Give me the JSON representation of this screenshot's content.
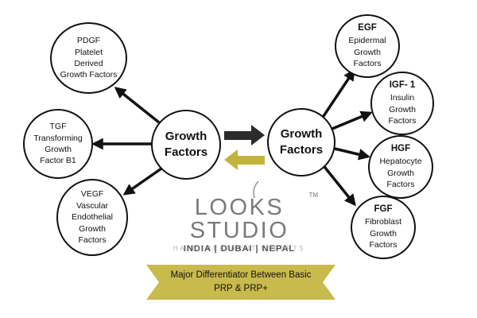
{
  "left_hub": {
    "line1": "Growth",
    "line2": "Factors"
  },
  "right_hub": {
    "line1": "Growth",
    "line2": "Factors"
  },
  "left_nodes": [
    {
      "lines": [
        "PDGF",
        "Platelet",
        "Derived",
        "Growth Factors"
      ]
    },
    {
      "lines": [
        "TGF",
        "Transforming",
        "Growth",
        "Factor B1"
      ]
    },
    {
      "lines": [
        "VEGF",
        "Vascular",
        "Endothelial",
        "Growth",
        "Factors"
      ]
    }
  ],
  "right_nodes": [
    {
      "title": "EGF",
      "lines": [
        "Epidermal",
        "Growth",
        "Factors"
      ]
    },
    {
      "title": "IGF- 1",
      "lines": [
        "Insulin",
        "Growth",
        "Factors"
      ]
    },
    {
      "title": "HGF",
      "lines": [
        "Hepatocyte",
        "Growth",
        "Factors"
      ]
    },
    {
      "title": "FGF",
      "lines": [
        "Fibroblast",
        "Growth",
        "Factors"
      ]
    }
  ],
  "logo": {
    "name": "LOOKS STUDIO",
    "trademark": "TM",
    "tagline": "HAIR TREATMENT EXPERTS"
  },
  "countries": "INDIA | DUBAI | NEPAL",
  "banner": {
    "line1": "Major Differentiator Between Basic",
    "line2": "PRP & PRP+"
  },
  "colors": {
    "outline": "#111111",
    "forward_arrow": "#2b2b2b",
    "back_arrow": "#c2b33c",
    "banner_fill": "#c9ba4d",
    "logo_gray": "#7a7a7a"
  }
}
